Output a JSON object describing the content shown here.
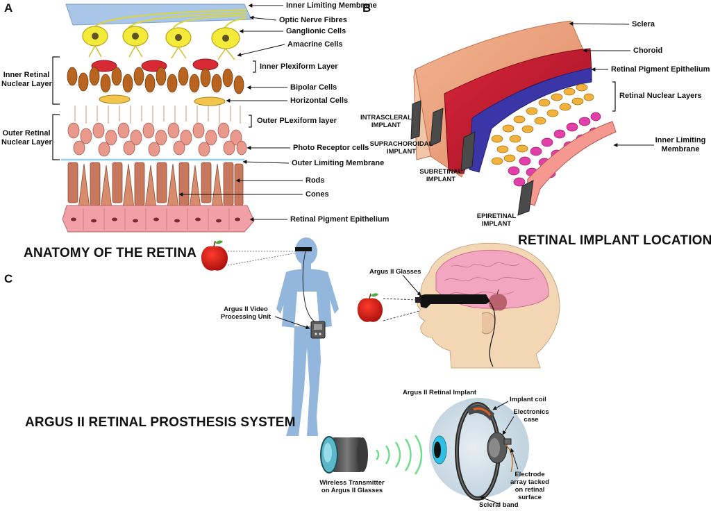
{
  "panel_a": {
    "letter": "A",
    "title": "ANATOMY OF THE RETINA",
    "labels": {
      "inner_limiting_membrane": "Inner Limiting Membrane",
      "optic_nerve_fibres": "Optic Nerve Fibres",
      "ganglionic_cells": "Ganglionic Cells",
      "amacrine_cells": "Amacrine Cells",
      "inner_plexiform_layer": "Inner Plexiform Layer",
      "bipolar_cells": "Bipolar Cells",
      "horizontal_cells": "Horizontal Cells",
      "outer_plexiform_layer": "Outer PLexiform layer",
      "photo_receptor_cells": "Photo Receptor cells",
      "outer_limiting_membrane": "Outer Limiting Membrane",
      "rods": "Rods",
      "cones": "Cones",
      "retinal_pigment_epithelium": "Retinal Pigment Epithelium",
      "inner_retinal_nuclear_layer_1": "Inner Retinal",
      "inner_retinal_nuclear_layer_2": "Nuclear Layer",
      "outer_retinal_nuclear_layer_1": "Outer Retinal",
      "outer_retinal_nuclear_layer_2": "Nuclear Layer"
    }
  },
  "panel_b": {
    "letter": "B",
    "title": "RETINAL IMPLANT LOCATIONS",
    "labels": {
      "sclera": "Sclera",
      "choroid": "Choroid",
      "retinal_pigment_epithelium": "Retinal Pigment Epithelium",
      "retinal_nuclear_layers": "Retinal Nuclear Layers",
      "inner_limiting_membrane_1": "Inner Limiting",
      "inner_limiting_membrane_2": "Membrane",
      "intrascleral_1": "INTRASCLERAL",
      "intrascleral_2": "IMPLANT",
      "suprachoroidal_1": "SUPRACHOROIDAL",
      "suprachoroidal_2": "IMPLANT",
      "subretinal_1": "SUBRETINAL",
      "subretinal_2": "IMPLANT",
      "epiretinal_1": "EPIRETINAL",
      "epiretinal_2": "IMPLANT"
    }
  },
  "panel_c": {
    "letter": "C",
    "title": "ARGUS II RETINAL PROSTHESIS SYSTEM",
    "labels": {
      "glasses": "Argus II Glasses",
      "vpu_1": "Argus II Video",
      "vpu_2": "Processing Unit",
      "retinal_implant": "Argus II Retinal Implant",
      "implant_coil": "Implant coil",
      "electronics_1": "Electronics",
      "electronics_2": "case",
      "electrode_1": "Electrode",
      "electrode_2": "array tacked",
      "electrode_3": "on retinal",
      "electrode_4": "surface",
      "scleral_band": "Scleral band",
      "wireless_1": "Wireless Transmitter",
      "wireless_2": "on Argus II Glasses"
    }
  }
}
